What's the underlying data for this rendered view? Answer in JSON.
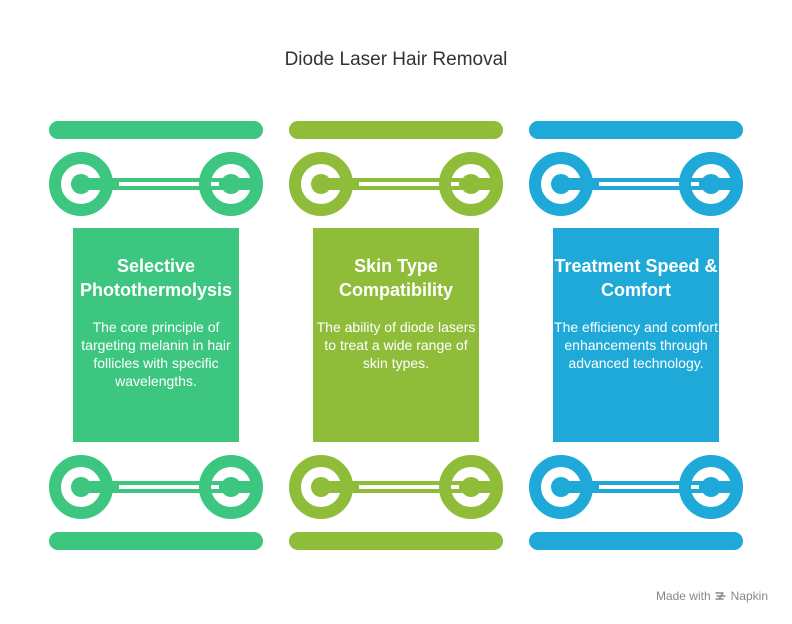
{
  "title": "Diode Laser Hair Removal",
  "pillars": [
    {
      "heading": "Selective Photothermolysis",
      "description": "The core principle of targeting melanin in hair follicles with specific wavelengths.",
      "color": "#3dc680"
    },
    {
      "heading": "Skin Type Compatibility",
      "description": "The ability of diode lasers to treat a wide range of skin types.",
      "color": "#8fbd3a"
    },
    {
      "heading": "Treatment Speed & Comfort",
      "description": "The efficiency and comfort enhancements through advanced technology.",
      "color": "#1fa9d9"
    }
  ],
  "footer": {
    "made_with": "Made with",
    "brand": "Napkin"
  }
}
